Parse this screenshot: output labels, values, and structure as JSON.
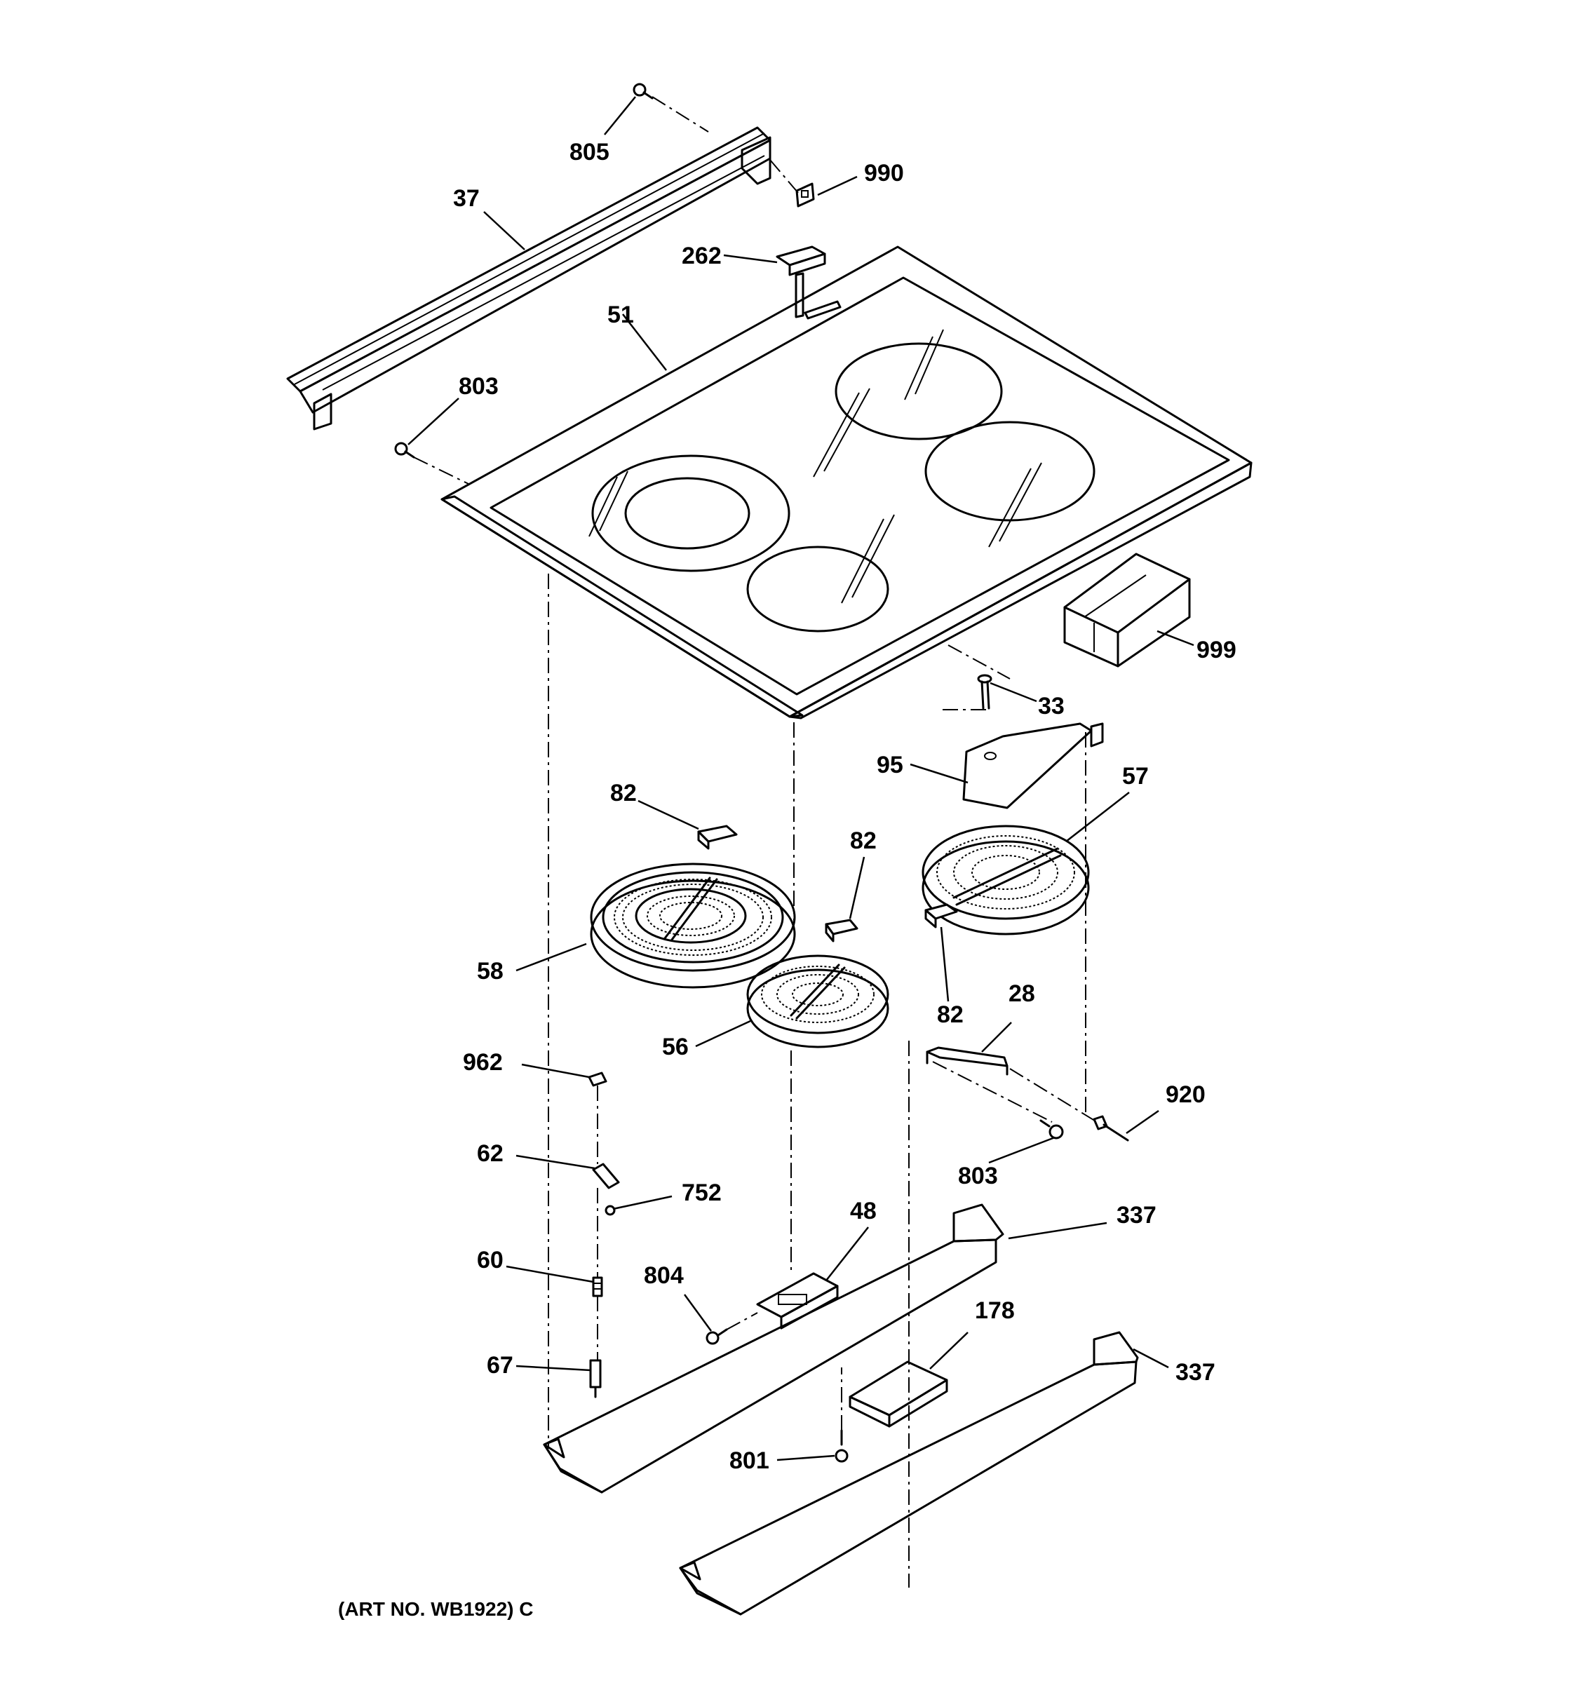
{
  "caption": "(ART NO. WB1922) C",
  "callouts": {
    "c805": "805",
    "c990": "990",
    "c37": "37",
    "c262": "262",
    "c51": "51",
    "c803a": "803",
    "c999": "999",
    "c33": "33",
    "c95": "95",
    "c57": "57",
    "c82a": "82",
    "c82b": "82",
    "c82c": "82",
    "c58": "58",
    "c56": "56",
    "c28": "28",
    "c962": "962",
    "c920": "920",
    "c62": "62",
    "c803b": "803",
    "c752": "752",
    "c48": "48",
    "c337a": "337",
    "c60": "60",
    "c804": "804",
    "c178": "178",
    "c67": "67",
    "c337b": "337",
    "c801": "801"
  }
}
